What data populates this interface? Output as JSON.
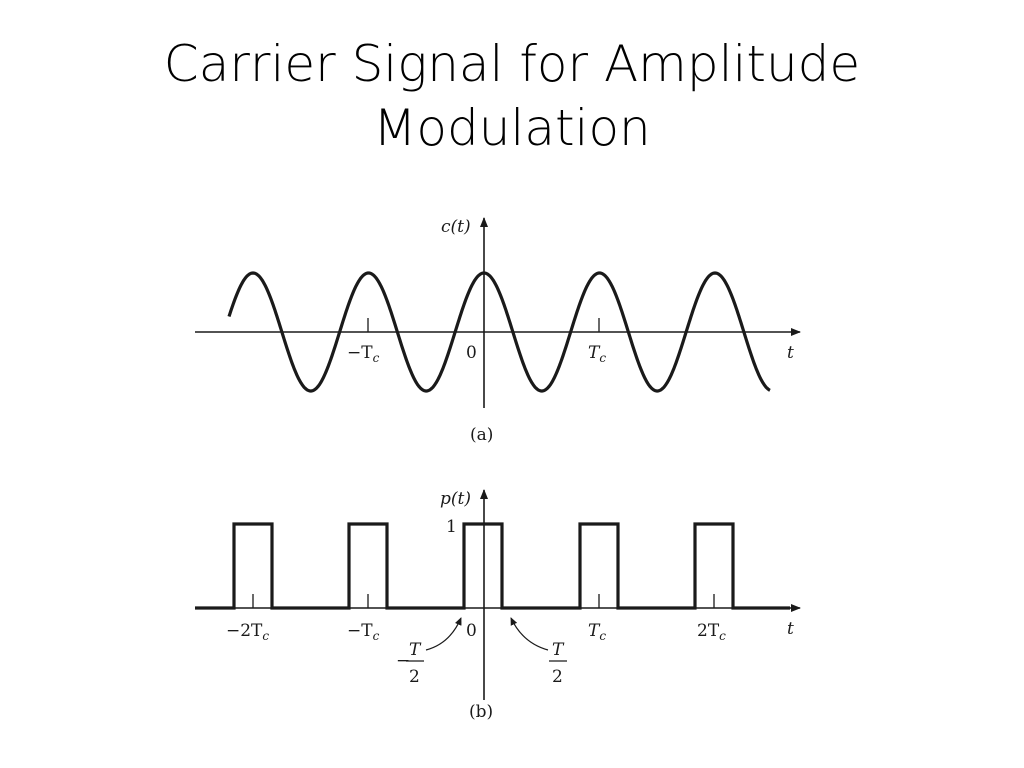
{
  "slide": {
    "title_line1": "Carrier Signal for Amplitude",
    "title_line2": "Modulation"
  },
  "figure_a": {
    "y_label": "c(t)",
    "x_label": "t",
    "tick_neg_tc": "−T",
    "tick_neg_tc_sub": "c",
    "tick_zero": "0",
    "tick_tc": "T",
    "tick_tc_sub": "c",
    "caption": "(a)",
    "signal": "cosine, period Tc"
  },
  "figure_b": {
    "y_label": "p(t)",
    "x_label": "t",
    "level_label": "1",
    "tick_neg_2tc": "−2T",
    "tick_neg_2tc_sub": "c",
    "tick_neg_tc": "−T",
    "tick_neg_tc_sub": "c",
    "tick_zero": "0",
    "tick_tc": "T",
    "tick_tc_sub": "c",
    "tick_2tc": "2T",
    "tick_2tc_sub": "c",
    "left_edge_sign": "−",
    "left_edge_num": "T",
    "left_edge_den": "2",
    "right_edge_num": "T",
    "right_edge_den": "2",
    "caption": "(b)",
    "signal": "periodic rectangular pulse train, amplitude 1, pulse width T, period Tc"
  },
  "colors": {
    "background": "#ffffff",
    "ink": "#1a1a1a"
  }
}
